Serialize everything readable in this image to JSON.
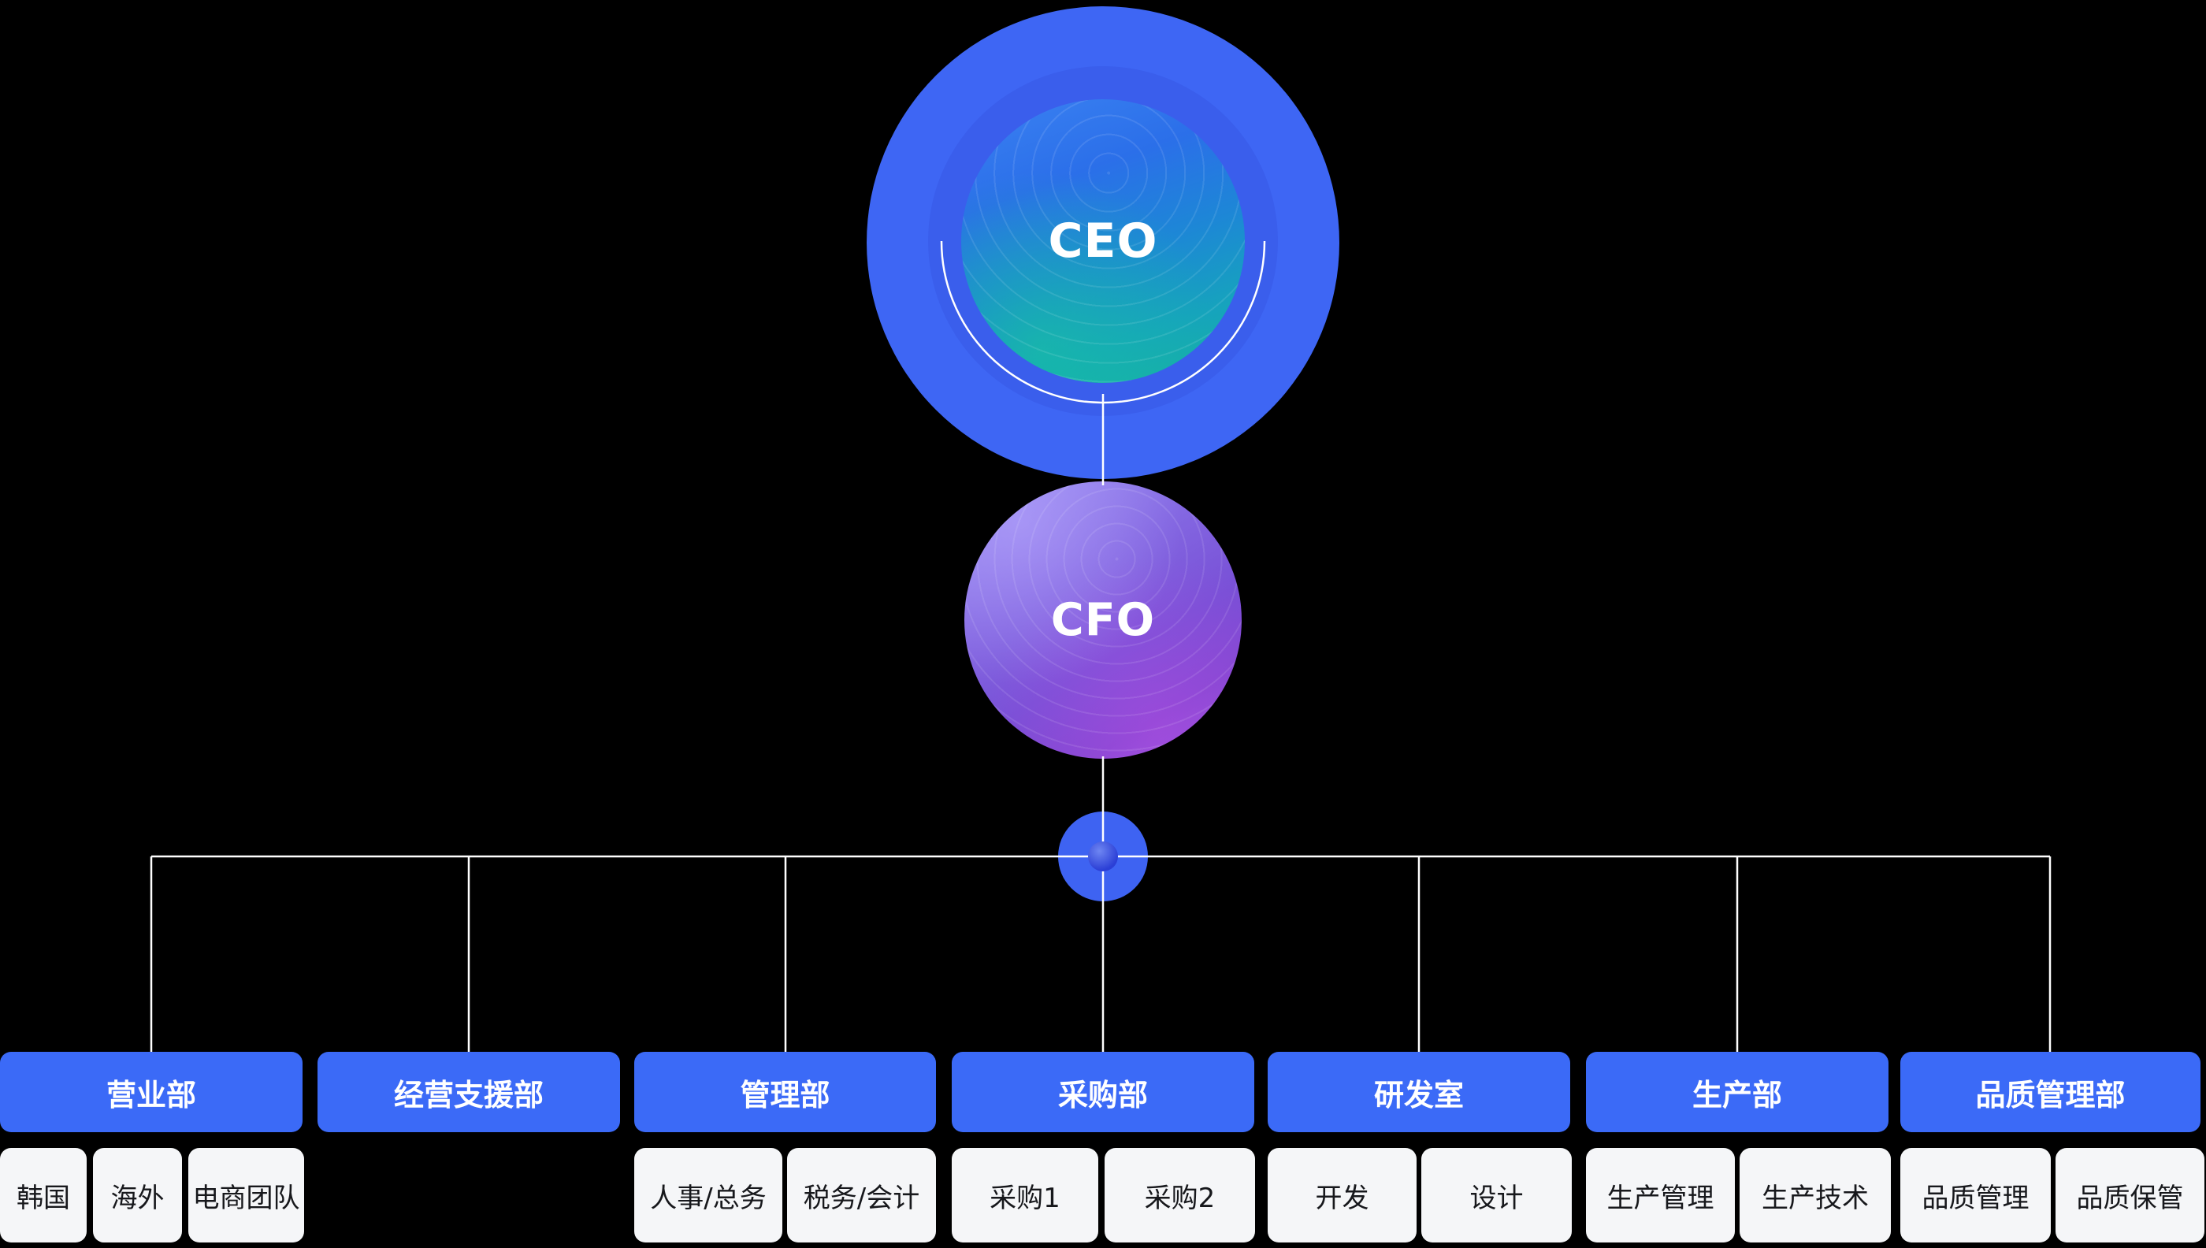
{
  "org": {
    "ceo_label": "CEO",
    "cfo_label": "CFO",
    "departments": [
      {
        "label": "营业部",
        "teams": [
          "韩国",
          "海外",
          "电商团队"
        ]
      },
      {
        "label": "经营支援部",
        "teams": []
      },
      {
        "label": "管理部",
        "teams": [
          "人事/总务",
          "税务/会计"
        ]
      },
      {
        "label": "采购部",
        "teams": [
          "采购1",
          "采购2"
        ]
      },
      {
        "label": "研发室",
        "teams": [
          "开发",
          "设计"
        ]
      },
      {
        "label": "生产部",
        "teams": [
          "生产管理",
          "生产技术"
        ]
      },
      {
        "label": "品质管理部",
        "teams": [
          "品质管理",
          "品质保管"
        ]
      }
    ]
  },
  "colors": {
    "background": "#000000",
    "primary_blue": "#3b6af7",
    "outer_ring_blue": "#3e66f4",
    "mid_ring_blue": "#3a5eec",
    "team_box_bg": "#f5f6f8",
    "connector_white": "#ffffff",
    "ceo_photo_tint": "#1d87d6",
    "cfo_photo_tint": "#7850d6"
  }
}
